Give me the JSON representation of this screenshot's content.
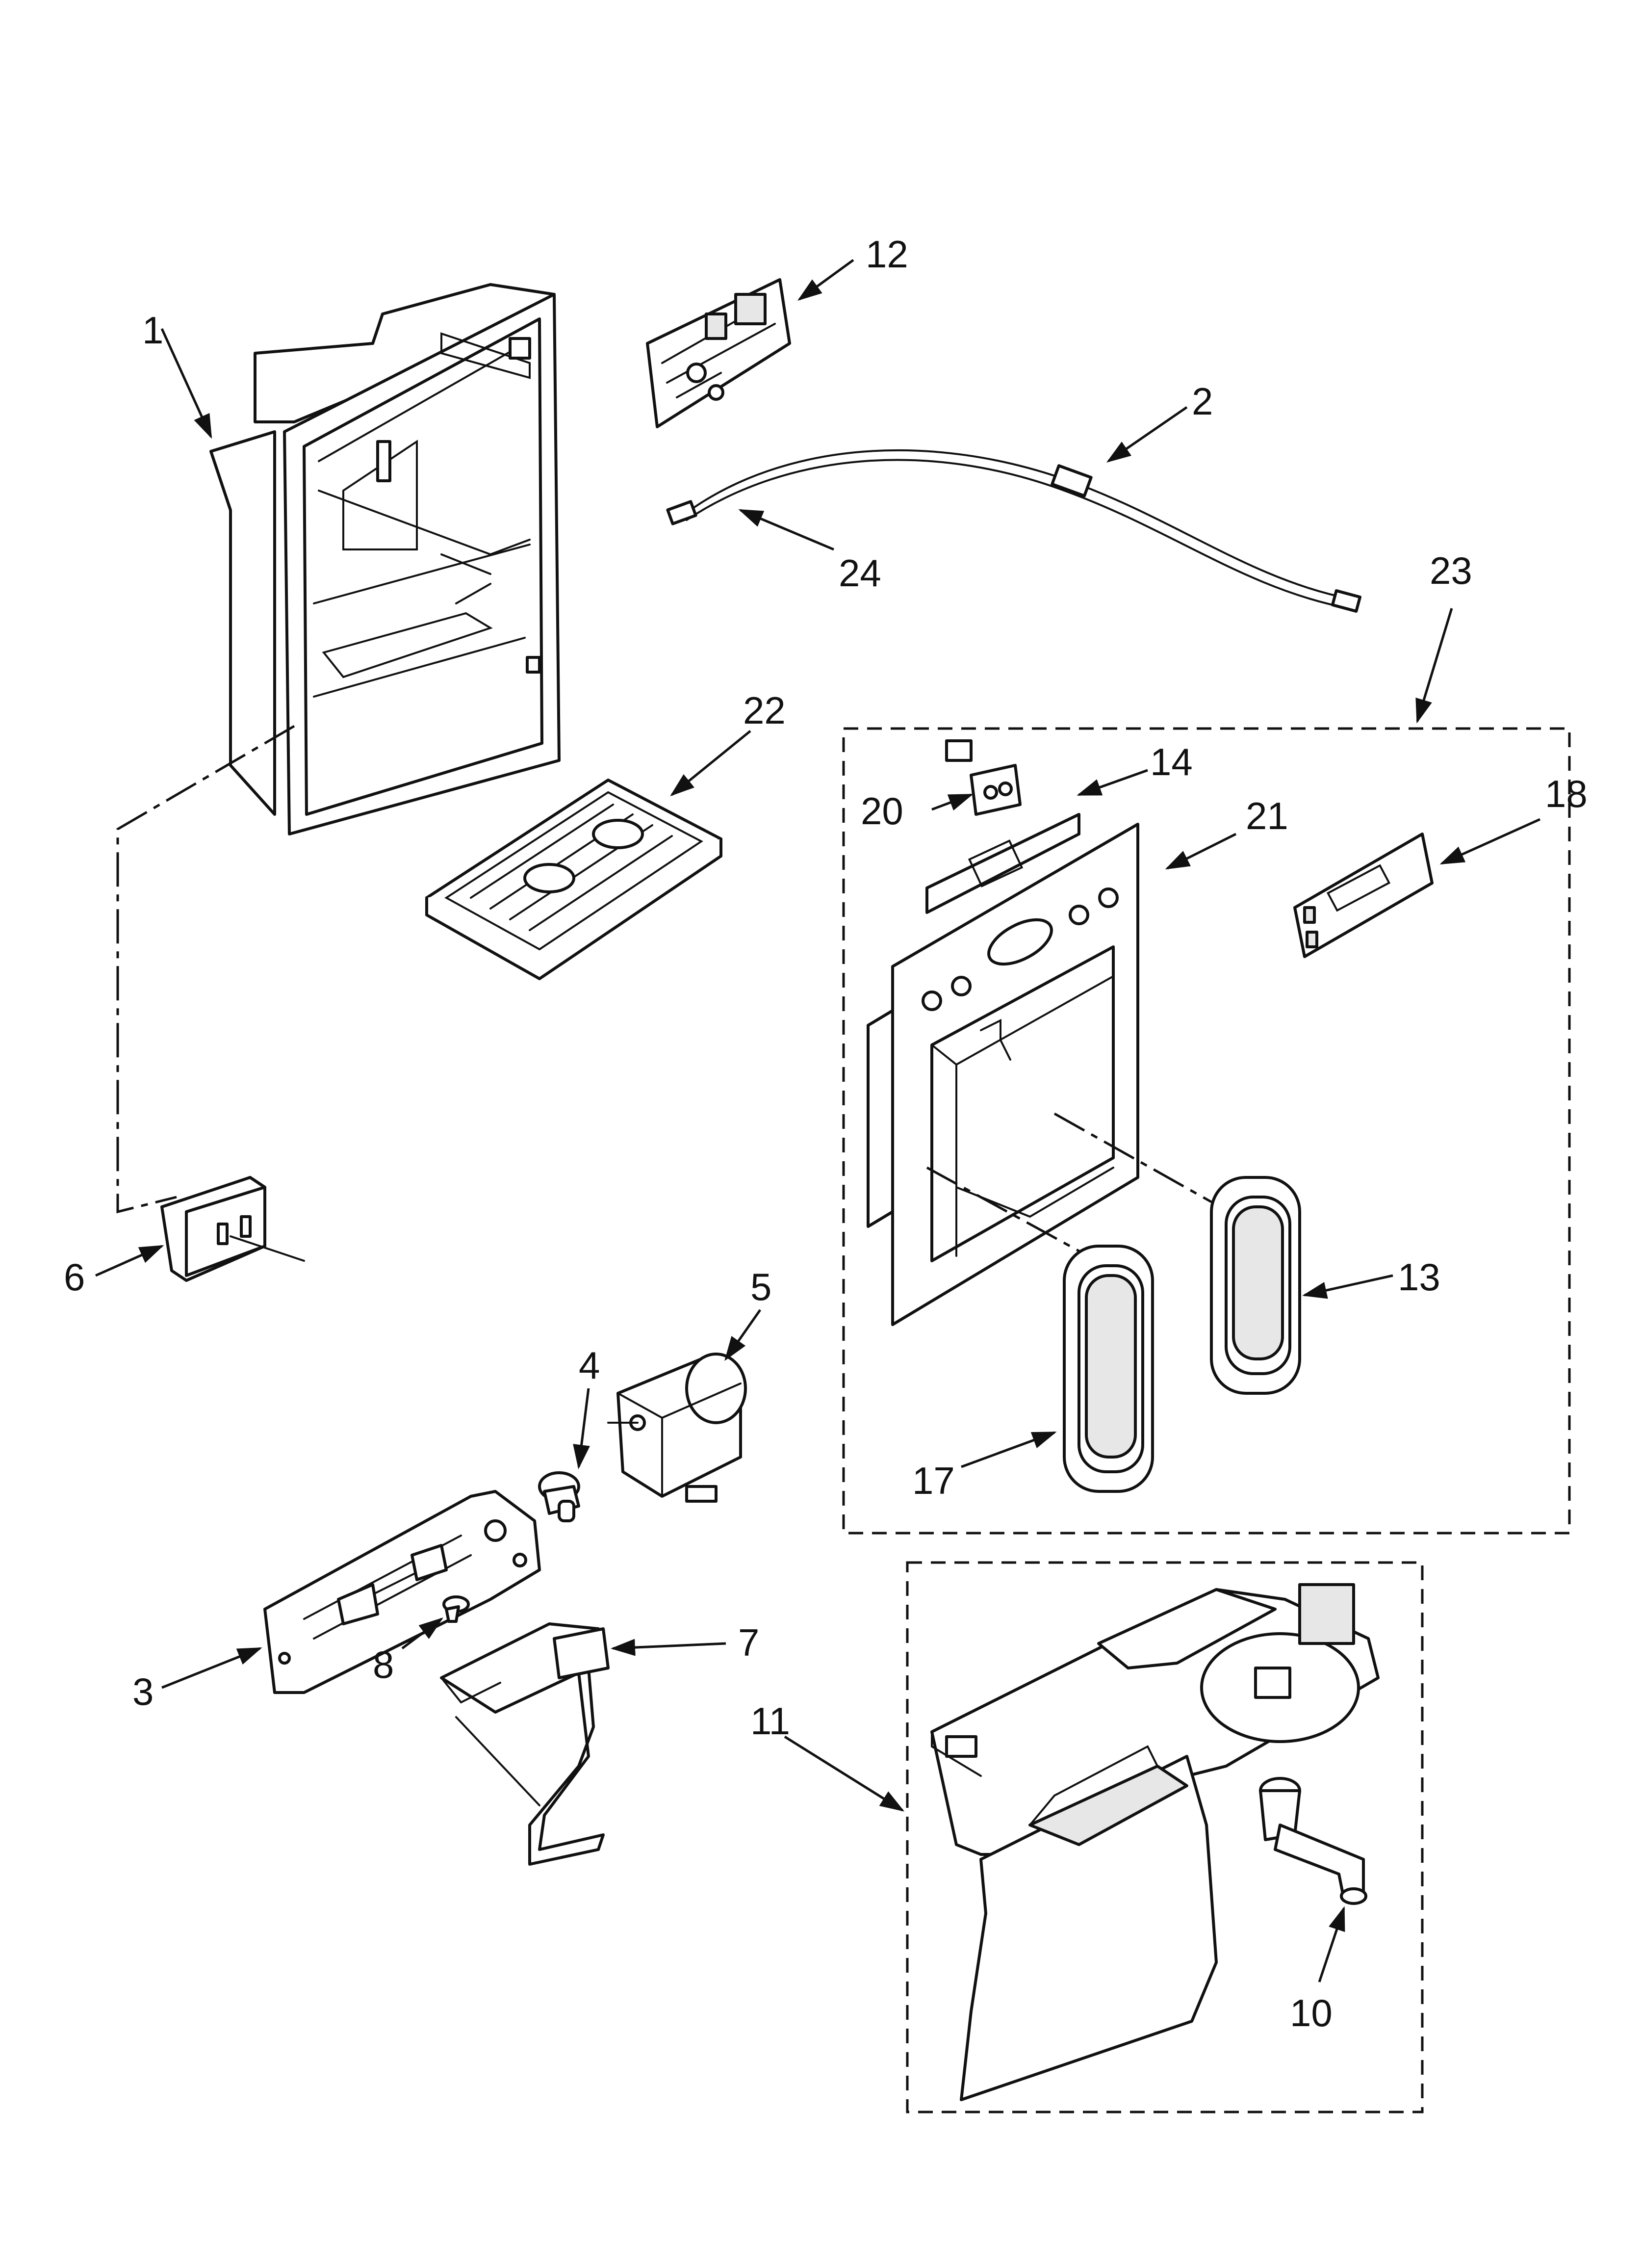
{
  "labels": {
    "p1": "1",
    "p2": "2",
    "p3": "3",
    "p4": "4",
    "p5": "5",
    "p6": "6",
    "p7": "7",
    "p8": "8",
    "p10": "10",
    "p11": "11",
    "p12": "12",
    "p13": "13",
    "p14": "14",
    "p17": "17",
    "p18": "18",
    "p20": "20",
    "p21": "21",
    "p22": "22",
    "p23": "23",
    "p24": "24"
  },
  "colors": {
    "line": "#111111",
    "fill": "#ffffff",
    "shade": "#e7e7e7"
  }
}
